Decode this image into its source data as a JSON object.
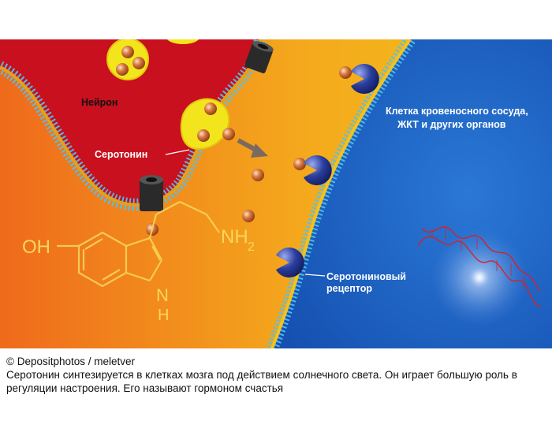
{
  "diagram": {
    "labels": {
      "neuron": "Нейрон",
      "serotonin": "Серотонин",
      "target_cell_line1": "Клетка кровеносного сосуда,",
      "target_cell_line2": "ЖКТ и других органов",
      "receptor_line1": "Серотониновый",
      "receptor_line2": "рецептор"
    },
    "molecule": {
      "hydroxyl": "OH",
      "amine": "NH",
      "amine_subscript": "2",
      "ring_n": "N",
      "ring_h": "H"
    },
    "colors": {
      "synapse_left": "#ef6a1c",
      "synapse_right": "#f5c21b",
      "neuron": "#c8101e",
      "target_cell": "#1f63c6",
      "vesicle": "#f3e51c",
      "serotonin_molecule": "#c9602a",
      "receptor": "#2b3f9e",
      "membrane_head": "#4fc3f0",
      "transporter": "#2a2a2a",
      "dna": "#d7202b"
    }
  },
  "caption": {
    "credit": "© Depositphotos / meletver",
    "text": "Серотонин синтезируется в клетках мозга под действием солнечного света. Он играет большую роль в регуляции настроения. Его называют гормоном счастья"
  }
}
